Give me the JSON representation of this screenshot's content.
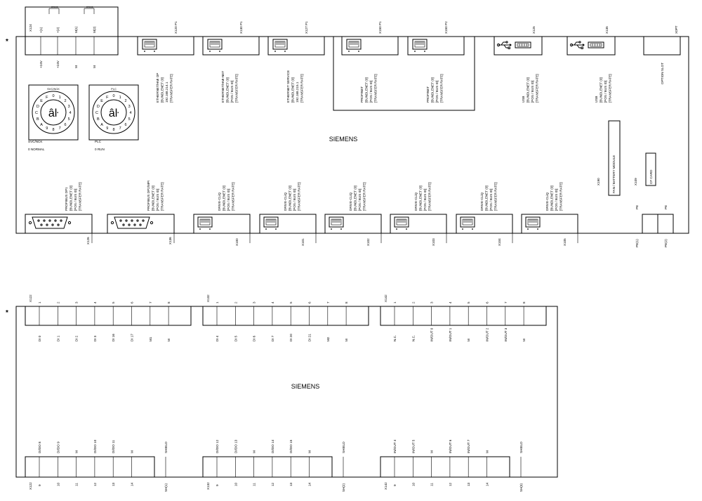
{
  "top_unit": {
    "title": "SIEMENS",
    "corner_mark": "*",
    "power_connector": {
      "label": "X124",
      "terminals": [
        "+24V",
        "+24V",
        "M",
        "M"
      ],
      "pin_labels": [
        "+(1)",
        "+(2)",
        "M(1)",
        "M(2)"
      ]
    },
    "rotary_switches": [
      {
        "id": "svc",
        "title": "SVC/NCK",
        "subtitle": "0 NORMAL",
        "glyph": "âŀ",
        "digits": [
          "0",
          "1",
          "2",
          "3",
          "4",
          "5",
          "6",
          "7",
          "8",
          "9",
          "A",
          "B",
          "C",
          "D",
          "E",
          "F"
        ]
      },
      {
        "id": "plc",
        "title": "PLC",
        "subtitle": "0 RUN",
        "glyph": "âŀ",
        "digits": [
          "0",
          "1",
          "2",
          "3",
          "4",
          "5",
          "6",
          "7",
          "8",
          "9",
          "A",
          "B",
          "C",
          "D",
          "E",
          "F"
        ]
      }
    ],
    "eth_ports_top": [
      {
        "label": "X120 P1",
        "desc": [
          "ETHERNET/HMI OP",
          "[BUNDLENET (0]",
          "192.168.214.1",
          "[TRANSFER RATE]"
        ]
      },
      {
        "label": "X130 P1",
        "desc": [
          "ETHERNET/HMI-NET",
          "[BUNDLENET (0]",
          "[POS / BUS ID]",
          "[TRANSFER RATE]"
        ]
      },
      {
        "label": "X127 P1",
        "desc": [
          "ETHERNET SERVICE",
          "[BUNDLENET (0]",
          "192.168.215.1",
          "[TRANSFER RATE]"
        ]
      },
      {
        "label": "X150 P1",
        "desc": [
          "PROFINET",
          "[BUNDLENET (0]",
          "[POS / BUS ID]",
          "[TRANSFER RATE]"
        ]
      },
      {
        "label": "X150 P2",
        "desc": [
          "PROFINET",
          "[BUNDLENET (0]",
          "[POS / BUS ID]",
          "[TRANSFER RATE]"
        ]
      }
    ],
    "usb_ports": [
      {
        "label": "X125",
        "desc": [
          "USB",
          "[BUNDLENET (0]",
          "[POS / BUS ID]",
          "[TRANSFER RATE]"
        ]
      },
      {
        "label": "X135",
        "desc": [
          "USB",
          "[BUNDLENET (0]",
          "[POS / BUS ID]",
          "[TRANSFER RATE]"
        ]
      }
    ],
    "option_slot": {
      "label": "X0PT",
      "desc": "OPTION SLOT"
    },
    "fan_module": {
      "label": "X190",
      "desc": "FAN / BATTERY MODULE"
    },
    "cf_card": {
      "label": "X109",
      "desc": "CF CARD"
    },
    "pe_labels": {
      "top": [
        "PE",
        "PE"
      ],
      "bottom": [
        "PE(1)",
        "PE(2)"
      ]
    },
    "sub_d_ports": [
      {
        "label": "X126",
        "desc": [
          "PROFIBUS DP1",
          "[BUNDLENET (0]",
          "[POS / BUS ID]",
          "[TRANSFER RATE]"
        ]
      },
      {
        "label": "X136",
        "desc": [
          "PROFIBUS DP2/MPI",
          "[BUNDLENET (0]",
          "[POS / BUS ID]",
          "[TRANSFER RATE]"
        ]
      }
    ],
    "drive_cliq_ports": [
      {
        "label": "X100",
        "desc": [
          "DRIVE-CLiQ",
          "[BUNDLENET (0]",
          "[POS / BUS ID]",
          "[TRANSFER RATE]"
        ]
      },
      {
        "label": "X101",
        "desc": [
          "DRIVE-CLiQ",
          "[BUNDLENET (0]",
          "[POS / BUS ID]",
          "[TRANSFER RATE]"
        ]
      },
      {
        "label": "X102",
        "desc": [
          "DRIVE-CLiQ",
          "[BUNDLENET (0]",
          "[POS / BUS ID]",
          "[TRANSFER RATE]"
        ]
      },
      {
        "label": "X103",
        "desc": [
          "DRIVE-CLiQ",
          "[BUNDLENET (0]",
          "[POS / BUS ID]",
          "[TRANSFER RATE]"
        ]
      },
      {
        "label": "X104",
        "desc": [
          "DRIVE-CLiQ",
          "[BUNDLENET (0]",
          "[POS / BUS ID]",
          "[TRANSFER RATE]"
        ]
      },
      {
        "label": "X105",
        "desc": [
          "DRIVE-CLiQ",
          "[BUNDLENET (0]",
          "[POS / BUS ID]",
          "[TRANSFER RATE]"
        ]
      }
    ]
  },
  "bottom_unit": {
    "title": "SIEMENS",
    "corner_mark": "*",
    "top_connectors": [
      {
        "label": "X122",
        "pins": [
          "1",
          "2",
          "3",
          "4",
          "5",
          "6",
          "7",
          "8"
        ],
        "signals": [
          "DI 0",
          "DI 1",
          "DI 2",
          "DI 3",
          "DI 16",
          "DI 17",
          "M1",
          "M"
        ]
      },
      {
        "label": "X132",
        "pins": [
          "1",
          "2",
          "3",
          "4",
          "5",
          "6",
          "7",
          "8"
        ],
        "signals": [
          "DI 4",
          "DI 5",
          "DI 6",
          "DI 7",
          "DI 20",
          "DI 21",
          "M2",
          "M"
        ]
      },
      {
        "label": "X142",
        "pins": [
          "1",
          "2",
          "3",
          "4",
          "5",
          "6",
          "7",
          "8"
        ],
        "signals": [
          "N.C.",
          "N.C.",
          "IN/OUT 0",
          "IN/OUT 1",
          "M",
          "IN/OUT 2",
          "IN/OUT 3",
          "M"
        ]
      }
    ],
    "bottom_connectors": [
      {
        "label": "X122",
        "pins": [
          "9",
          "10",
          "11",
          "12",
          "13",
          "14"
        ],
        "shield_pin": "SH(1)",
        "signals": [
          "DI/DO 8",
          "DI/DO 9",
          "M",
          "DI/DO 10",
          "DI/DO 11",
          "M"
        ],
        "shield": "SHIELD"
      },
      {
        "label": "X132",
        "pins": [
          "9",
          "10",
          "11",
          "12",
          "13",
          "14"
        ],
        "shield_pin": "SH(2)",
        "signals": [
          "DI/DO 12",
          "DI/DO 13",
          "M",
          "DI/DO 14",
          "DI/DO 15",
          "M"
        ],
        "shield": "SHIELD"
      },
      {
        "label": "X142",
        "pins": [
          "9",
          "10",
          "11",
          "12",
          "13",
          "14"
        ],
        "shield_pin": "SH(3)",
        "signals": [
          "IN/OUT 4",
          "IN/OUT 5",
          "M",
          "IN/OUT 6",
          "IN/OUT 7",
          "M"
        ],
        "shield": "SHIELD"
      }
    ]
  }
}
